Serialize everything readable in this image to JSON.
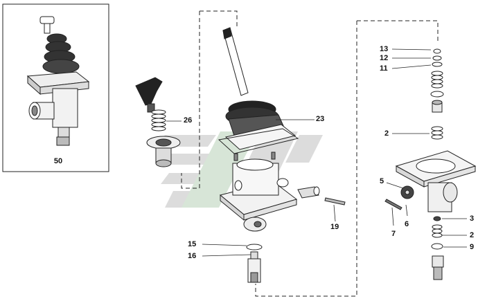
{
  "diagram": {
    "inset_label": "50",
    "callouts": {
      "c13": "13",
      "c12": "12",
      "c11": "11",
      "c2_top": "2",
      "c26": "26",
      "c23": "23",
      "c5": "5",
      "c6": "6",
      "c7": "7",
      "c19": "19",
      "c3": "3",
      "c2_bottom": "2",
      "c9": "9",
      "c15": "15",
      "c16": "16"
    }
  },
  "colors": {
    "line": "#222222",
    "watermark_gray": "#d6d6d6",
    "watermark_green": "#cfe0cf",
    "part_dark": "#1a1a1a",
    "part_mid": "#7a7a7a",
    "part_light": "#e6e6e6"
  }
}
